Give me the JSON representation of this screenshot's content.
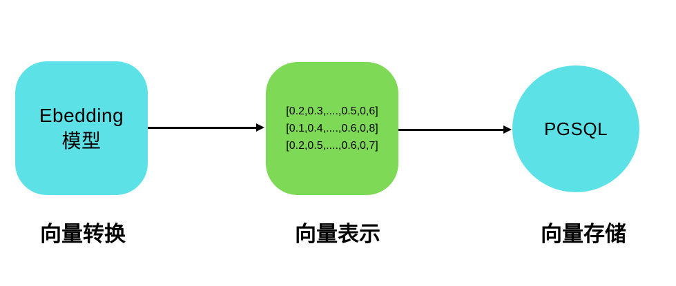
{
  "colors": {
    "node_cyan": "#5CE1E6",
    "node_green": "#7ED957",
    "arrow_black": "#000000",
    "background": "#FFFFFF",
    "text": "#000000"
  },
  "flow": {
    "steps": [
      {
        "shape": "rounded-square",
        "fill": "#5CE1E6",
        "title_line1": "Ebedding",
        "title_line2": "模型",
        "caption": "向量转换"
      },
      {
        "shape": "rounded-square",
        "fill": "#7ED957",
        "vectors": [
          "[0.2,0.3,....,0.5,0,6]",
          "[0.1,0.4,....,0.6,0,8]",
          "[0.2,0.5,....,0.6,0,7]"
        ],
        "caption": "向量表示"
      },
      {
        "shape": "circle",
        "fill": "#5CE1E6",
        "title": "PGSQL",
        "caption": "向量存储"
      }
    ],
    "connectors": [
      {
        "type": "arrow-right"
      },
      {
        "type": "arrow-right"
      }
    ]
  }
}
